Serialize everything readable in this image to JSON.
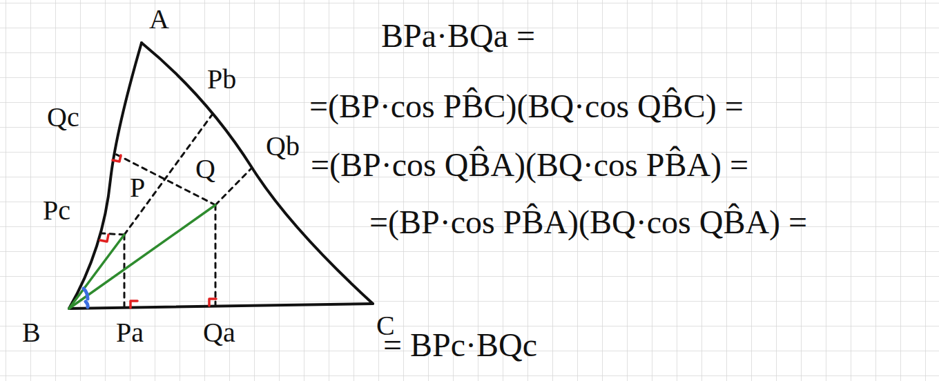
{
  "diagram": {
    "labels": [
      "A",
      "Qc",
      "Pc",
      "P",
      "Pb",
      "Q",
      "Qb",
      "B",
      "Pa",
      "Qa",
      "C",
      "BPa·BQa =",
      "=(BP·cos PB̂C)(BQ·cos QB̂C) =",
      "=(BP·cos QB̂A)(BQ·cos PB̂A) =",
      "=(BP·cos PB̂A)(BQ·cos QB̂A) =",
      "= BPc·BQc"
    ]
  }
}
